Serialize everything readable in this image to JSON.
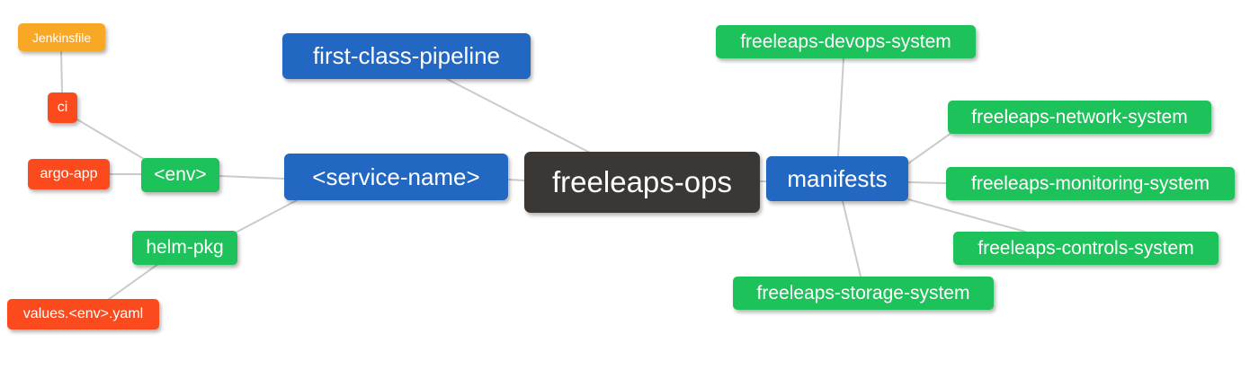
{
  "diagram": {
    "type": "mindmap",
    "colors": {
      "root_bg": "#3b3734",
      "level2_bg": "#2267c2",
      "level3_bg": "#1dc25a",
      "level4_bg": "#fb4b1e",
      "level5_bg": "#f9a826",
      "text": "#ffffff",
      "edge": "#cbcbcb",
      "background": "#ffffff"
    },
    "nodes": {
      "root": {
        "label": "freeleaps-ops",
        "level": 1
      },
      "first_class_pipeline": {
        "label": "first-class-pipeline",
        "level": 2
      },
      "service_name": {
        "label": "<service-name>",
        "level": 2
      },
      "manifests": {
        "label": "manifests",
        "level": 2
      },
      "env": {
        "label": "<env>",
        "level": 3
      },
      "helm_pkg": {
        "label": "helm-pkg",
        "level": 3
      },
      "ci": {
        "label": "ci",
        "level": 4
      },
      "argo_app": {
        "label": "argo-app",
        "level": 4
      },
      "values_env_yaml": {
        "label": "values.<env>.yaml",
        "level": 4
      },
      "jenkinsfile": {
        "label": "Jenkinsfile",
        "level": 5
      },
      "devops_system": {
        "label": "freeleaps-devops-system",
        "level": 3
      },
      "network_system": {
        "label": "freeleaps-network-system",
        "level": 3
      },
      "monitoring_system": {
        "label": "freeleaps-monitoring-system",
        "level": 3
      },
      "controls_system": {
        "label": "freeleaps-controls-system",
        "level": 3
      },
      "storage_system": {
        "label": "freeleaps-storage-system",
        "level": 3
      }
    },
    "edges": [
      [
        "root",
        "first_class_pipeline"
      ],
      [
        "root",
        "service_name"
      ],
      [
        "root",
        "manifests"
      ],
      [
        "service_name",
        "env"
      ],
      [
        "service_name",
        "helm_pkg"
      ],
      [
        "env",
        "ci"
      ],
      [
        "env",
        "argo_app"
      ],
      [
        "ci",
        "jenkinsfile"
      ],
      [
        "helm_pkg",
        "values_env_yaml"
      ],
      [
        "manifests",
        "devops_system"
      ],
      [
        "manifests",
        "network_system"
      ],
      [
        "manifests",
        "monitoring_system"
      ],
      [
        "manifests",
        "controls_system"
      ],
      [
        "manifests",
        "storage_system"
      ]
    ]
  }
}
